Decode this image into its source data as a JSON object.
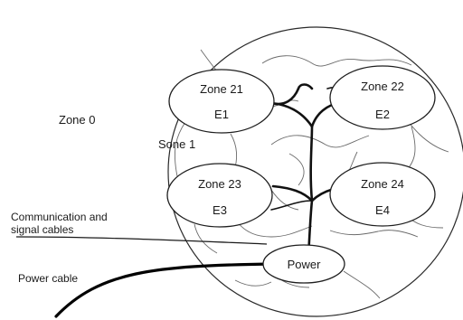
{
  "labels": {
    "zone0": "Zone 0",
    "sone1": "Sone 1",
    "comm_line1": "Communication and",
    "comm_line2": "signal cables",
    "power_cable": "Power cable",
    "power": "Power"
  },
  "zones": [
    {
      "name": "Zone 21",
      "equipment": "E1"
    },
    {
      "name": "Zone 22",
      "equipment": "E2"
    },
    {
      "name": "Zone 23",
      "equipment": "E3"
    },
    {
      "name": "Zone 24",
      "equipment": "E4"
    }
  ]
}
